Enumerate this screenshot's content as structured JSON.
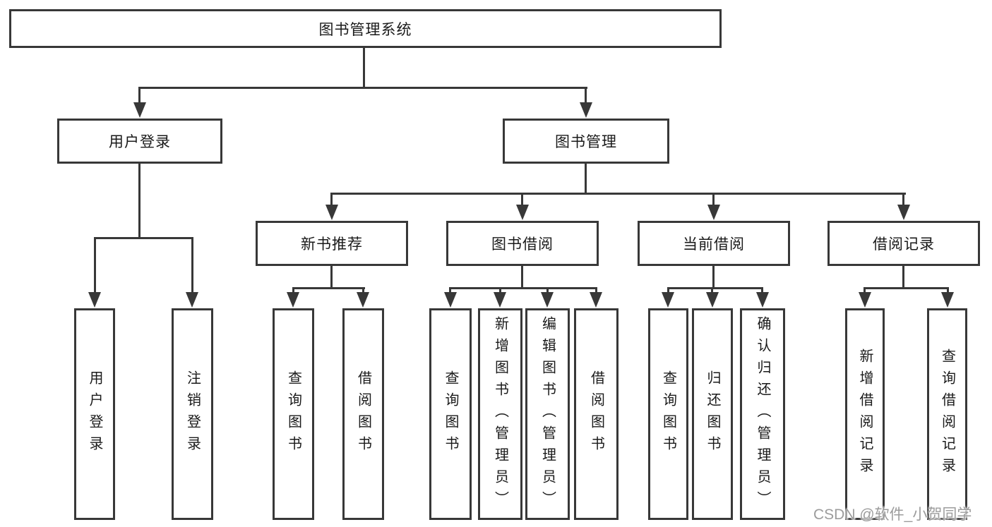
{
  "diagram_title": "图书管理系统",
  "watermark": "CSDN @软件_小贺同学",
  "colors": {
    "line": "#383838",
    "text": "#1a1a1a",
    "watermark": "#9c9c9c",
    "background": "#ffffff"
  },
  "tree": {
    "root": "图书管理系统",
    "user": {
      "label": "用户登录",
      "children": [
        "用户登录",
        "注销登录"
      ]
    },
    "management": {
      "label": "图书管理",
      "sections": [
        {
          "label": "新书推荐",
          "children": [
            "查询图书",
            "借阅图书"
          ]
        },
        {
          "label": "图书借阅",
          "children": [
            "查询图书",
            "新增图书（管理员）",
            "编辑图书（管理员）",
            "借阅图书"
          ]
        },
        {
          "label": "当前借阅",
          "children": [
            "查询图书",
            "归还图书",
            "确认归还（管理员）"
          ]
        },
        {
          "label": "借阅记录",
          "children": [
            "新增借阅记录",
            "查询借阅记录"
          ]
        }
      ]
    }
  }
}
